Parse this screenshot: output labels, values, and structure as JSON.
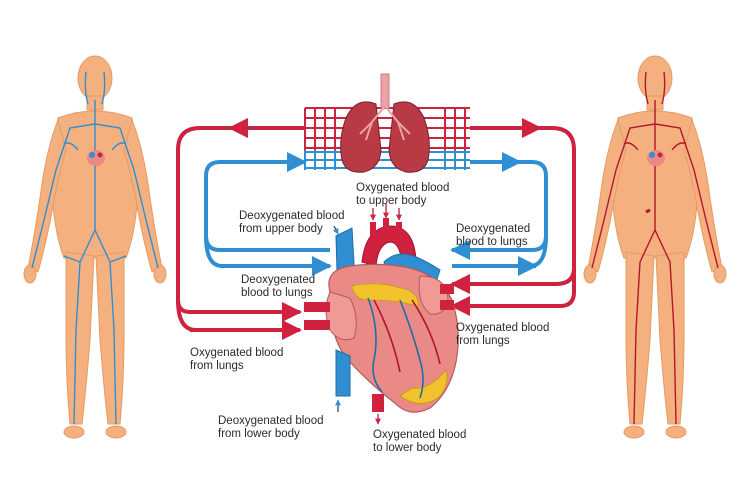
{
  "labels": {
    "oxy_upper": [
      "Oxygenated blood",
      "to upper body"
    ],
    "deoxy_from_upper": [
      "Deoxygenated blood",
      "from upper body"
    ],
    "deoxy_to_lungs_right": [
      "Deoxygenated",
      "blood to lungs"
    ],
    "deoxy_to_lungs_left": [
      "Deoxygenated",
      "blood to lungs"
    ],
    "oxy_from_lungs_right": [
      "Oxygenated blood",
      "from lungs"
    ],
    "oxy_from_lungs_left": [
      "Oxygenated blood",
      "from lungs"
    ],
    "deoxy_from_lower": [
      "Deoxygenated blood",
      "from lower body"
    ],
    "oxy_lower": [
      "Oxygenated blood",
      "to lower body"
    ]
  },
  "colors": {
    "oxygenated": "#d0213f",
    "deoxygenated": "#2f8fd2",
    "skin": "#f4b07e",
    "lung": "#b83a45",
    "heart": "#e98a86",
    "fat": "#f2c12e"
  },
  "figures": [
    "venous-system-figure",
    "arterial-system-figure"
  ]
}
